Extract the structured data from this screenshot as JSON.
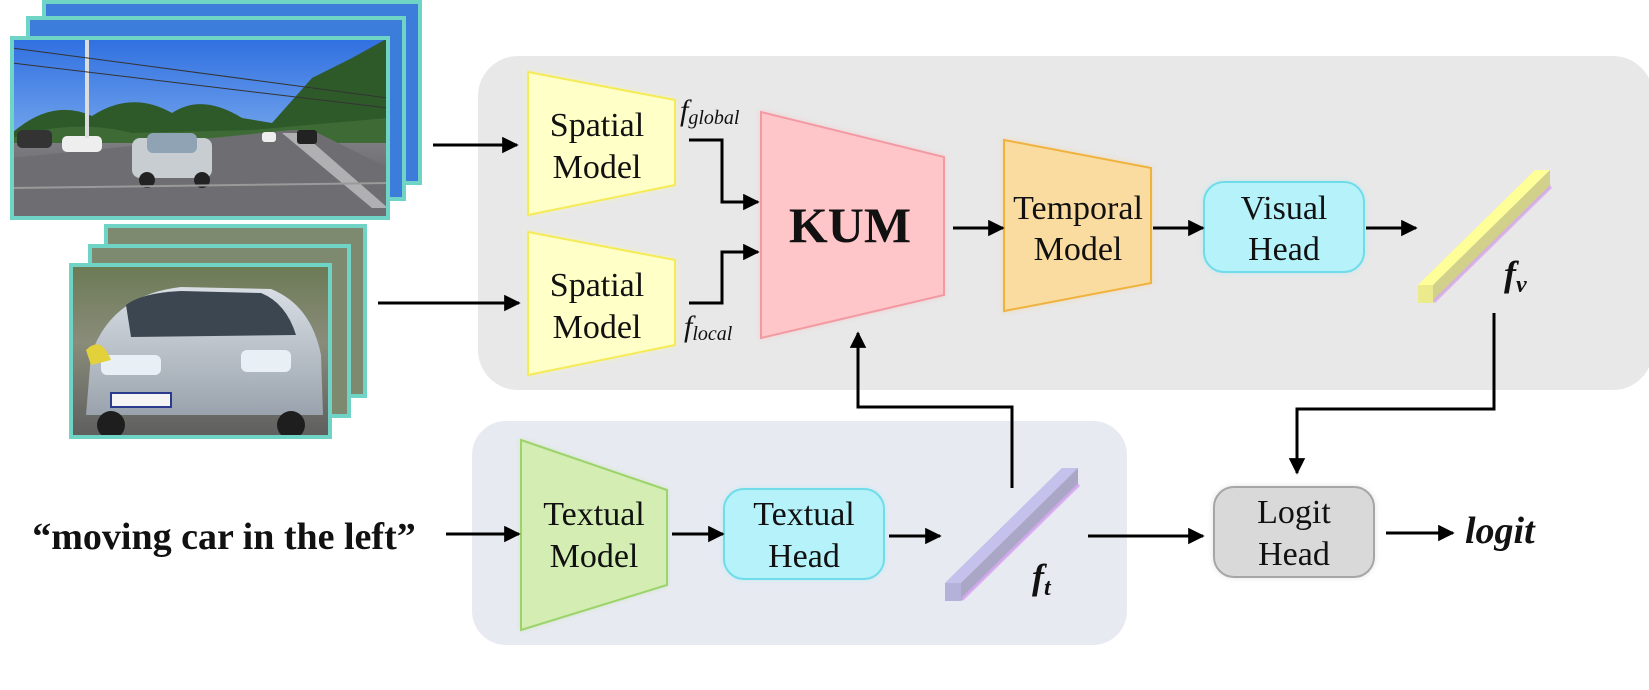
{
  "modules": {
    "spatial_global": {
      "line1": "Spatial",
      "line2": "Model",
      "fill": "#FFFFC8",
      "stroke": "#F5EB56"
    },
    "spatial_local": {
      "line1": "Spatial",
      "line2": "Model",
      "fill": "#FFFFC8",
      "stroke": "#F5EB56"
    },
    "kum": {
      "label": "KUM",
      "fill": "#FFC6C9",
      "stroke": "#F29AA1"
    },
    "temporal": {
      "line1": "Temporal",
      "line2": "Model",
      "fill": "#FBDCA0",
      "stroke": "#EFB23E"
    },
    "visual_head": {
      "line1": "Visual",
      "line2": "Head",
      "fill": "#B5F2FA",
      "stroke": "#70DCEA"
    },
    "textual_model": {
      "line1": "Textual",
      "line2": "Model",
      "fill": "#D3EDB2",
      "stroke": "#9CD36A"
    },
    "textual_head": {
      "line1": "Textual",
      "line2": "Head",
      "fill": "#B5F2FA",
      "stroke": "#70DCEA"
    },
    "logit_head": {
      "line1": "Logit",
      "line2": "Head",
      "fill": "#D9D9D9",
      "stroke": "#A6A6A6"
    }
  },
  "features": {
    "f_global": {
      "base": "f",
      "sub": "global"
    },
    "f_local": {
      "base": "f",
      "sub": "local"
    },
    "f_v": {
      "base": "f",
      "sub": "v"
    },
    "f_t": {
      "base": "f",
      "sub": "t"
    }
  },
  "query_text": "“moving car in the left”",
  "output_label": "logit",
  "colors": {
    "visual_panel": "#E8E8E8",
    "text_panel": "#E8EAF2",
    "frame_border": "#6FD3C6",
    "fv_bar": "#FFFF99",
    "ft_bar": "#C4C2EC"
  }
}
